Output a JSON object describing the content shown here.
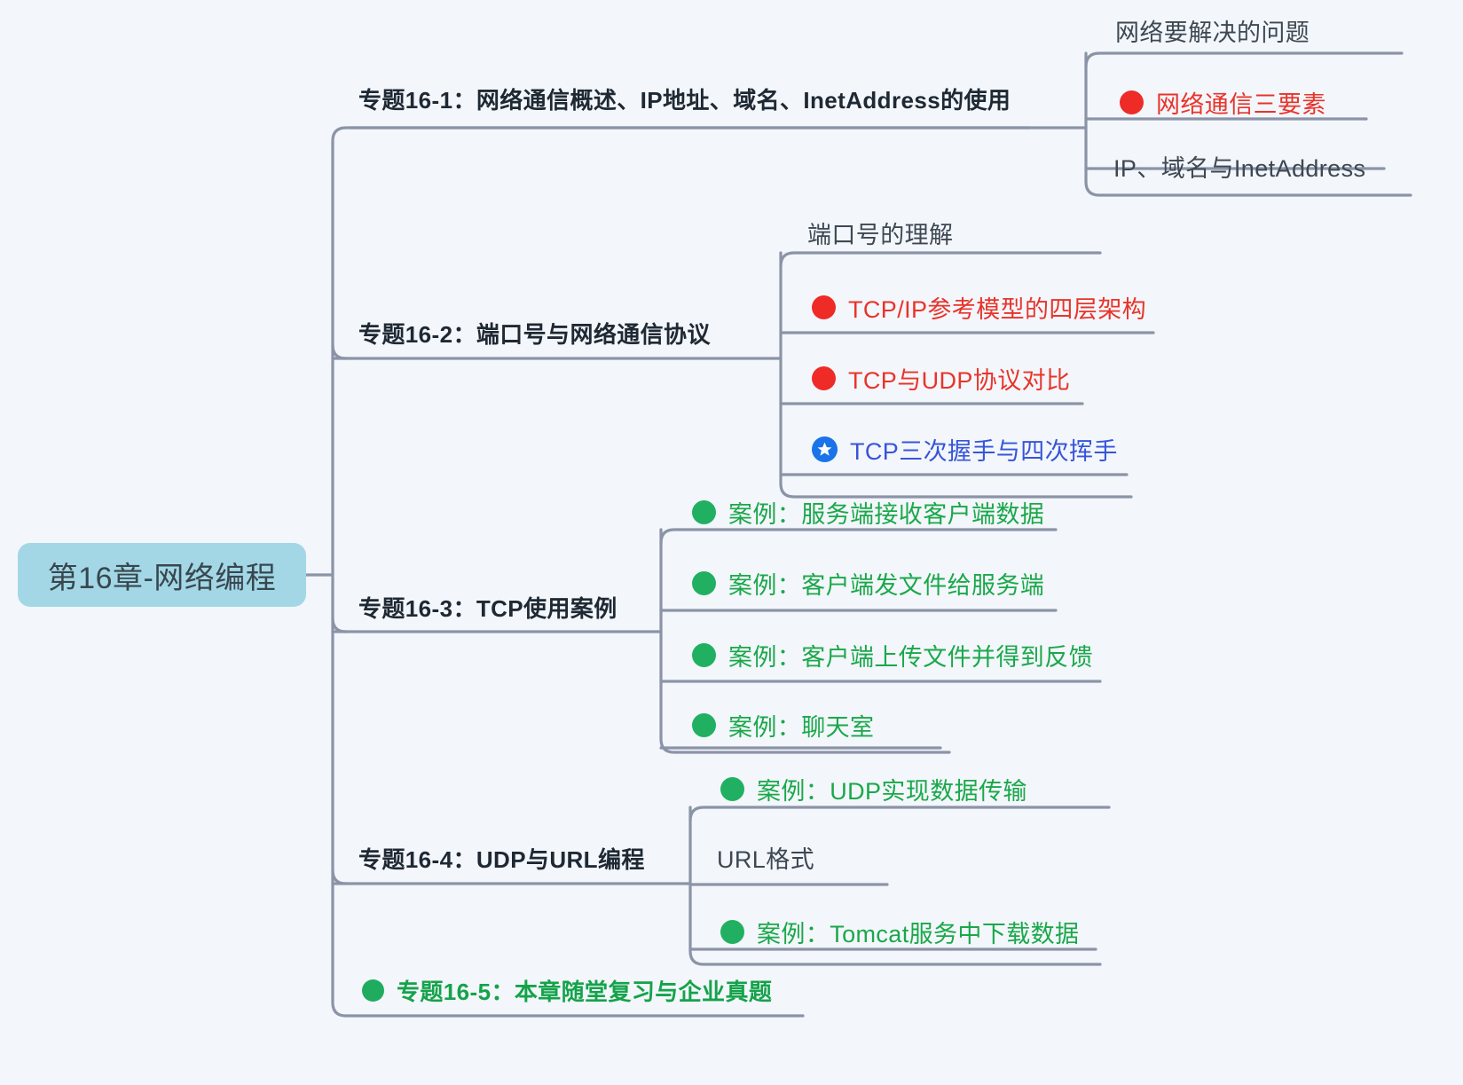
{
  "diagram": {
    "type": "mindmap",
    "title": "第16章-网络编程",
    "background_color": "#f3f6fb",
    "line_color": "#8b94a7",
    "root": {
      "label": "第16章-网络编程",
      "fill": "#a3d7e6",
      "text_color": "#38474f"
    },
    "branches": [
      {
        "id": "topic-16-1",
        "label": "专题16-1：网络通信概述、IP地址、域名、InetAddress的使用",
        "children": [
          {
            "label": "网络要解决的问题",
            "marker": "none",
            "color": "#3d4852"
          },
          {
            "label": "网络通信三要素",
            "marker": "red-dot",
            "color": "#e8342a"
          },
          {
            "label": "IP、域名与InetAddress",
            "marker": "none",
            "color": "#3d4852"
          }
        ]
      },
      {
        "id": "topic-16-2",
        "label": "专题16-2：端口号与网络通信协议",
        "children": [
          {
            "label": "端口号的理解",
            "marker": "none",
            "color": "#3d4852"
          },
          {
            "label": "TCP/IP参考模型的四层架构",
            "marker": "red-dot",
            "color": "#e8342a"
          },
          {
            "label": "TCP与UDP协议对比",
            "marker": "red-dot",
            "color": "#e8342a"
          },
          {
            "label": "TCP三次握手与四次挥手",
            "marker": "blue-star",
            "color": "#3755d8"
          }
        ]
      },
      {
        "id": "topic-16-3",
        "label": "专题16-3：TCP使用案例",
        "children": [
          {
            "label": "案例：服务端接收客户端数据",
            "marker": "green-dot",
            "color": "#1aa84a"
          },
          {
            "label": "案例：客户端发文件给服务端",
            "marker": "green-dot",
            "color": "#1aa84a"
          },
          {
            "label": "案例：客户端上传文件并得到反馈",
            "marker": "green-dot",
            "color": "#1aa84a"
          },
          {
            "label": "案例：聊天室",
            "marker": "green-dot",
            "color": "#1aa84a"
          }
        ]
      },
      {
        "id": "topic-16-4",
        "label": "专题16-4：UDP与URL编程",
        "children": [
          {
            "label": "案例：UDP实现数据传输",
            "marker": "green-dot",
            "color": "#1aa84a"
          },
          {
            "label": "URL格式",
            "marker": "none",
            "color": "#3d4852"
          },
          {
            "label": "案例：Tomcat服务中下载数据",
            "marker": "green-dot",
            "color": "#1aa84a"
          }
        ]
      },
      {
        "id": "topic-16-5",
        "label": "专题16-5：本章随堂复习与企业真题",
        "marker": "green-dot",
        "color": "#14a34a",
        "children": []
      }
    ]
  },
  "markers": {
    "red_dot": "red-circle-icon",
    "green_dot": "green-circle-icon",
    "blue_star": "blue-star-icon"
  }
}
